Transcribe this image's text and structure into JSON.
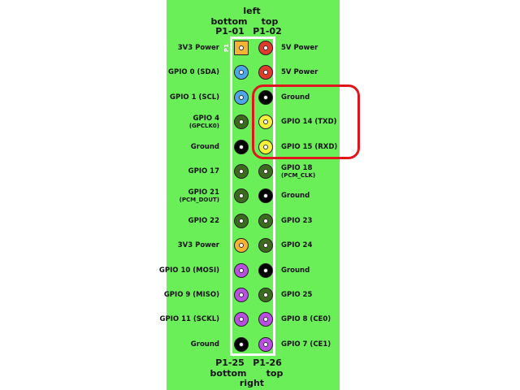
{
  "header": {
    "side": "left",
    "left_col": "bottom",
    "right_col": "top",
    "left_pin": "P1-01",
    "right_pin": "P1-02"
  },
  "footer": {
    "left_pin": "P1-25",
    "right_pin": "P1-26",
    "left_col": "bottom",
    "right_col": "top",
    "side": "right"
  },
  "pin1_marker": "P1",
  "colors": {
    "background": "#6bef58",
    "highlight": "#e0161e",
    "power3v3": "#f5b335",
    "power5v": "#e03a2c",
    "i2c": "#4ba8e6",
    "ground": "#000000",
    "gpio": "#3d6b1e",
    "uart": "#f4ef3a",
    "spi": "#b84fe0"
  },
  "rows": [
    {
      "left": "3V3 Power",
      "left_sub": "",
      "left_type": "power3v3",
      "right": "5V Power",
      "right_sub": "",
      "right_type": "power5v"
    },
    {
      "left": "GPIO 0 (SDA)",
      "left_sub": "",
      "left_type": "i2c",
      "right": "5V Power",
      "right_sub": "",
      "right_type": "power5v"
    },
    {
      "left": "GPIO 1 (SCL)",
      "left_sub": "",
      "left_type": "i2c",
      "right": "Ground",
      "right_sub": "",
      "right_type": "ground"
    },
    {
      "left": "GPIO 4",
      "left_sub": "(GPCLK0)",
      "left_type": "gpio",
      "right": "GPIO 14 (TXD)",
      "right_sub": "",
      "right_type": "uart"
    },
    {
      "left": "Ground",
      "left_sub": "",
      "left_type": "ground",
      "right": "GPIO 15 (RXD)",
      "right_sub": "",
      "right_type": "uart"
    },
    {
      "left": "GPIO 17",
      "left_sub": "",
      "left_type": "gpio",
      "right": "GPIO 18",
      "right_sub": "(PCM_CLK)",
      "right_type": "gpio"
    },
    {
      "left": "GPIO 21",
      "left_sub": "(PCM_DOUT)",
      "left_type": "gpio",
      "right": "Ground",
      "right_sub": "",
      "right_type": "ground"
    },
    {
      "left": "GPIO 22",
      "left_sub": "",
      "left_type": "gpio",
      "right": "GPIO 23",
      "right_sub": "",
      "right_type": "gpio"
    },
    {
      "left": "3V3 Power",
      "left_sub": "",
      "left_type": "power3v3",
      "right": "GPIO 24",
      "right_sub": "",
      "right_type": "gpio"
    },
    {
      "left": "GPIO 10 (MOSI)",
      "left_sub": "",
      "left_type": "spi",
      "right": "Ground",
      "right_sub": "",
      "right_type": "ground"
    },
    {
      "left": "GPIO 9 (MISO)",
      "left_sub": "",
      "left_type": "spi",
      "right": "GPIO 25",
      "right_sub": "",
      "right_type": "gpio"
    },
    {
      "left": "GPIO 11 (SCKL)",
      "left_sub": "",
      "left_type": "spi",
      "right": "GPIO 8 (CE0)",
      "right_sub": "",
      "right_type": "spi"
    },
    {
      "left": "Ground",
      "left_sub": "",
      "left_type": "ground",
      "right": "GPIO 7 (CE1)",
      "right_sub": "",
      "right_type": "spi"
    }
  ]
}
